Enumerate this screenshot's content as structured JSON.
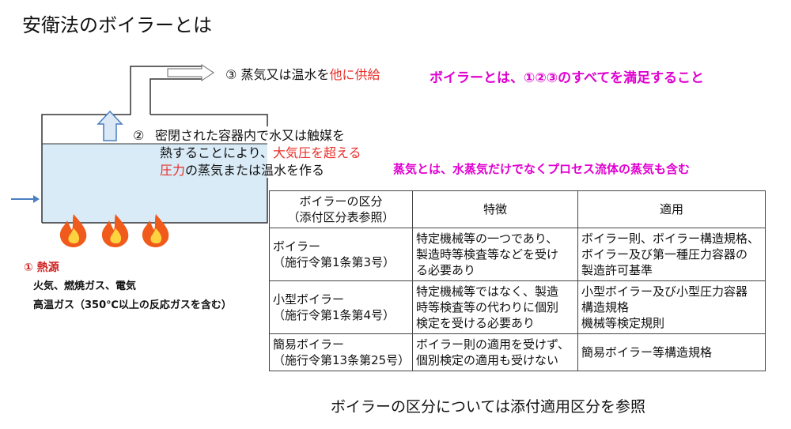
{
  "title": "安衛法のボイラーとは",
  "condition_note": "ボイラーとは、①②③のすべてを満足すること",
  "steam_note": "蒸気とは、水蒸気だけでなくプロセス流体の蒸気も含む",
  "step3": {
    "number": "③",
    "text_a": "蒸気又は温水を",
    "text_red": "他に供給"
  },
  "step2": {
    "number": "②",
    "line1": "密閉された容器内で水又は触媒を",
    "line2_a": "熱することにより、",
    "line2_red": "大気圧を超える",
    "line3_red": "圧力",
    "line3_b": "の蒸気または温水を作る"
  },
  "heat_source": {
    "label": "① 熱源",
    "line1": "火気、燃焼ガス、電気",
    "line2": "高温ガス（350℃以上の反応ガスを含む）"
  },
  "table": {
    "headers": [
      "ボイラーの区分\n（添付区分表参照）",
      "特徴",
      "適用"
    ],
    "rows": [
      {
        "category": "ボイラー\n（施行令第1条第3号）",
        "feature": "特定機械等の一つであり、\n製造時等検査等などを受け\nる必要あり",
        "applicable": "ボイラー則、ボイラー構造規格、\nボイラー及び第一種圧力容器の\n製造許可基準"
      },
      {
        "category": "小型ボイラー\n（施行令第1条第4号）",
        "feature": "特定機械等ではなく、製造\n時等検査等の代わりに個別\n検定を受ける必要あり",
        "applicable": "小型ボイラー及び小型圧力容器\n構造規格\n機械等検定規則"
      },
      {
        "category": "簡易ボイラー\n（施行令第13条第25号）",
        "feature": "ボイラー則の適用を受けず、\n個別検定の適用も受けない",
        "applicable": "簡易ボイラー等構造規格"
      }
    ]
  },
  "footer": "ボイラーの区分については添付適用区分を参照",
  "colors": {
    "accent_red": "#e8302a",
    "magenta": "#e000d0",
    "water": "#d9ebf7",
    "arrow": "#4a7fc1",
    "flame": "#f05a1a"
  }
}
